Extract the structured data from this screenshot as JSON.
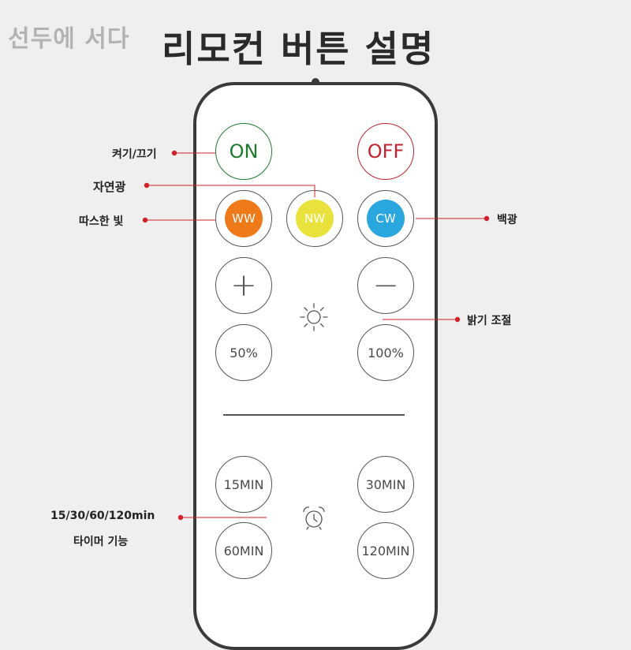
{
  "watermark": "선두에 서다",
  "title": "리모컨 버튼 설명",
  "colors": {
    "on": "#1e7a2e",
    "off": "#c0252d",
    "ww": "#ee7a1a",
    "nw": "#e9e23c",
    "cw": "#2ba7e0",
    "annotation_line": "#d0202a"
  },
  "buttons": {
    "on": "ON",
    "off": "OFF",
    "ww": "WW",
    "nw": "NW",
    "cw": "CW",
    "plus": "+",
    "minus": "−",
    "pct50": "50%",
    "pct100": "100%",
    "t15": "15MIN",
    "t30": "30MIN",
    "t60": "60MIN",
    "t120": "120MIN"
  },
  "icons": {
    "brightness": "sun-icon",
    "timer": "alarm-clock-icon"
  },
  "annotations": {
    "on_off": "켜기/끄기",
    "natural": "자연광",
    "warm": "따스한 빛",
    "white": "백광",
    "brightness": "밝기 조절",
    "timer_line1": "15/30/60/120min",
    "timer_line2": "타이머 기능"
  }
}
